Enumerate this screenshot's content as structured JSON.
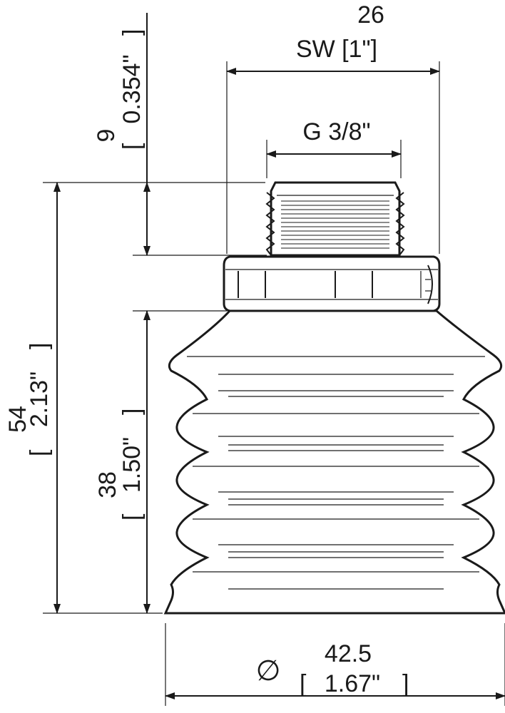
{
  "dimensions": {
    "hex_width": {
      "value": "26",
      "note": "SW [1\"]"
    },
    "thread": {
      "label": "G 3/8\""
    },
    "thread_height": {
      "value": "9",
      "inch": "0.354\""
    },
    "total_height": {
      "value": "54",
      "inch": "2.13\""
    },
    "bellows_height": {
      "value": "38",
      "inch": "1.50\""
    },
    "diameter": {
      "symbol": "∅",
      "value": "42.5",
      "inch": "1.67\""
    }
  }
}
